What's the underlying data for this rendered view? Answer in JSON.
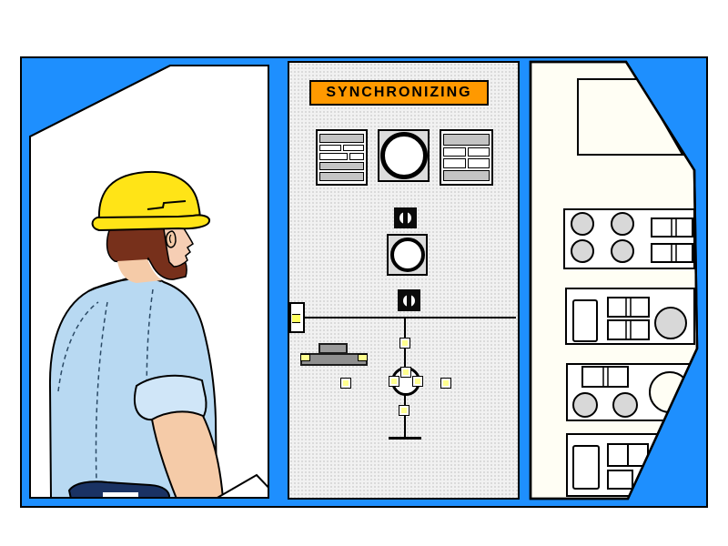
{
  "scene": {
    "title": "Operator viewing synchronizing control panel",
    "sign": {
      "label": "SYNCHRONIZING",
      "bg_color": "#FF9900",
      "text_color": "#000000"
    },
    "colors": {
      "frame_blue": "#1E8FFE",
      "wall_white": "#FFFFFF",
      "panel_stipple_gray": "#F1F1F1",
      "right_panel_cream": "#FFFEF4",
      "indicator_yellow": "#FFFF8F",
      "hard_hat_yellow": "#FFE417",
      "hair_brown": "#77301B",
      "skin_tone": "#F5CBA8",
      "shirt_blue": "#B8D9F2",
      "belt_navy": "#1A3263",
      "gauge_gray": "#D8D8D8"
    },
    "center_panel": {
      "instruments": [
        "left-strip-meter",
        "synchroscope-dial",
        "right-strip-meter",
        "upper-control-switch",
        "round-gauge",
        "lower-control-switch"
      ],
      "mimic_diagram": {
        "elements": [
          "bus-line",
          "feeder-line",
          "disconnect-device",
          "gray-switch-handles",
          "breaker-circle",
          "ground-symbol"
        ],
        "indicator_count": 7
      }
    },
    "right_panel": {
      "features": [
        "blank-window",
        "gauge-cluster-2x2",
        "split-indicators",
        "meter-with-round-gauge",
        "lower-gauge-cluster",
        "bottom-instrument-box"
      ]
    },
    "worker": {
      "parts": [
        "hard-hat",
        "hat-brim",
        "hair-and-beard",
        "face-profile",
        "ear",
        "shirt",
        "rolled-sleeve",
        "forearm",
        "belt",
        "notepad"
      ]
    }
  }
}
